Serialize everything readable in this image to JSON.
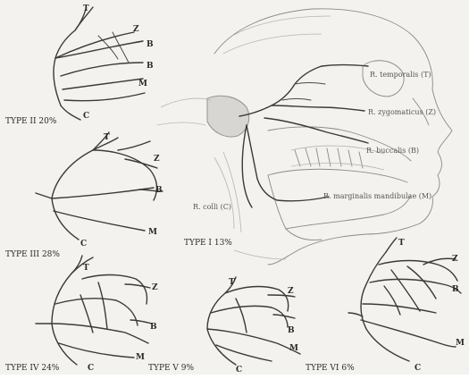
{
  "labels": {
    "t": "T",
    "z": "Z",
    "b": "B",
    "m": "M",
    "c": "C"
  },
  "types": {
    "type2": "TYPE II 20%",
    "type3": "TYPE III 28%",
    "type1": "TYPE I 13%",
    "type4": "TYPE IV 24%",
    "type5": "TYPE V 9%",
    "type6": "TYPE VI 6%"
  },
  "branches": {
    "temporalis": "R. temporalis (T)",
    "zygomaticus": "R. zygomaticus (Z)",
    "buccalis": "R. buccalis (B)",
    "marginalis": "R. marginalis mandibulae (M)",
    "colli": "R. colli (C)"
  },
  "colors": {
    "nerve": "#3a3a3a",
    "background": "#f4f2ee"
  }
}
